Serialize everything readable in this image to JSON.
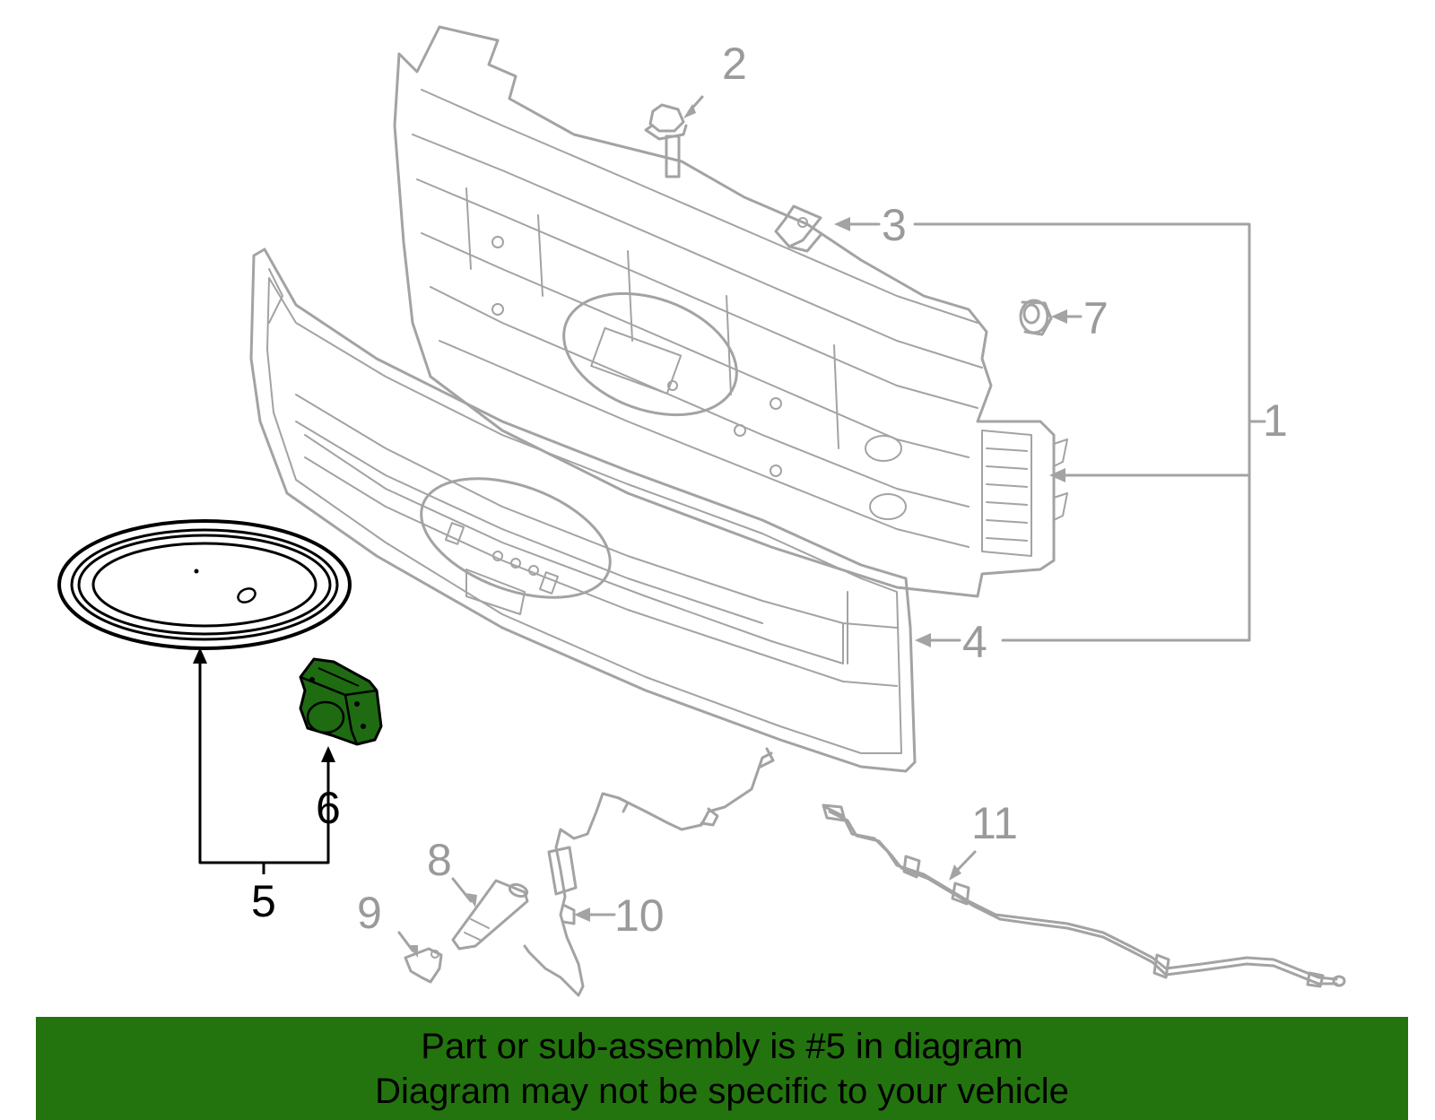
{
  "callouts": {
    "c1": "1",
    "c2": "2",
    "c3": "3",
    "c4": "4",
    "c5": "5",
    "c6": "6",
    "c7": "7",
    "c8": "8",
    "c9": "9",
    "c10": "10",
    "c11": "11"
  },
  "banner": {
    "line1": "Part or sub-assembly is #5 in diagram",
    "line2": "Diagram may not be specific to your vehicle"
  },
  "colors": {
    "banner_bg": "#23740f",
    "highlight_part": "#1e6b12",
    "other_parts": "#a3a3a3"
  }
}
